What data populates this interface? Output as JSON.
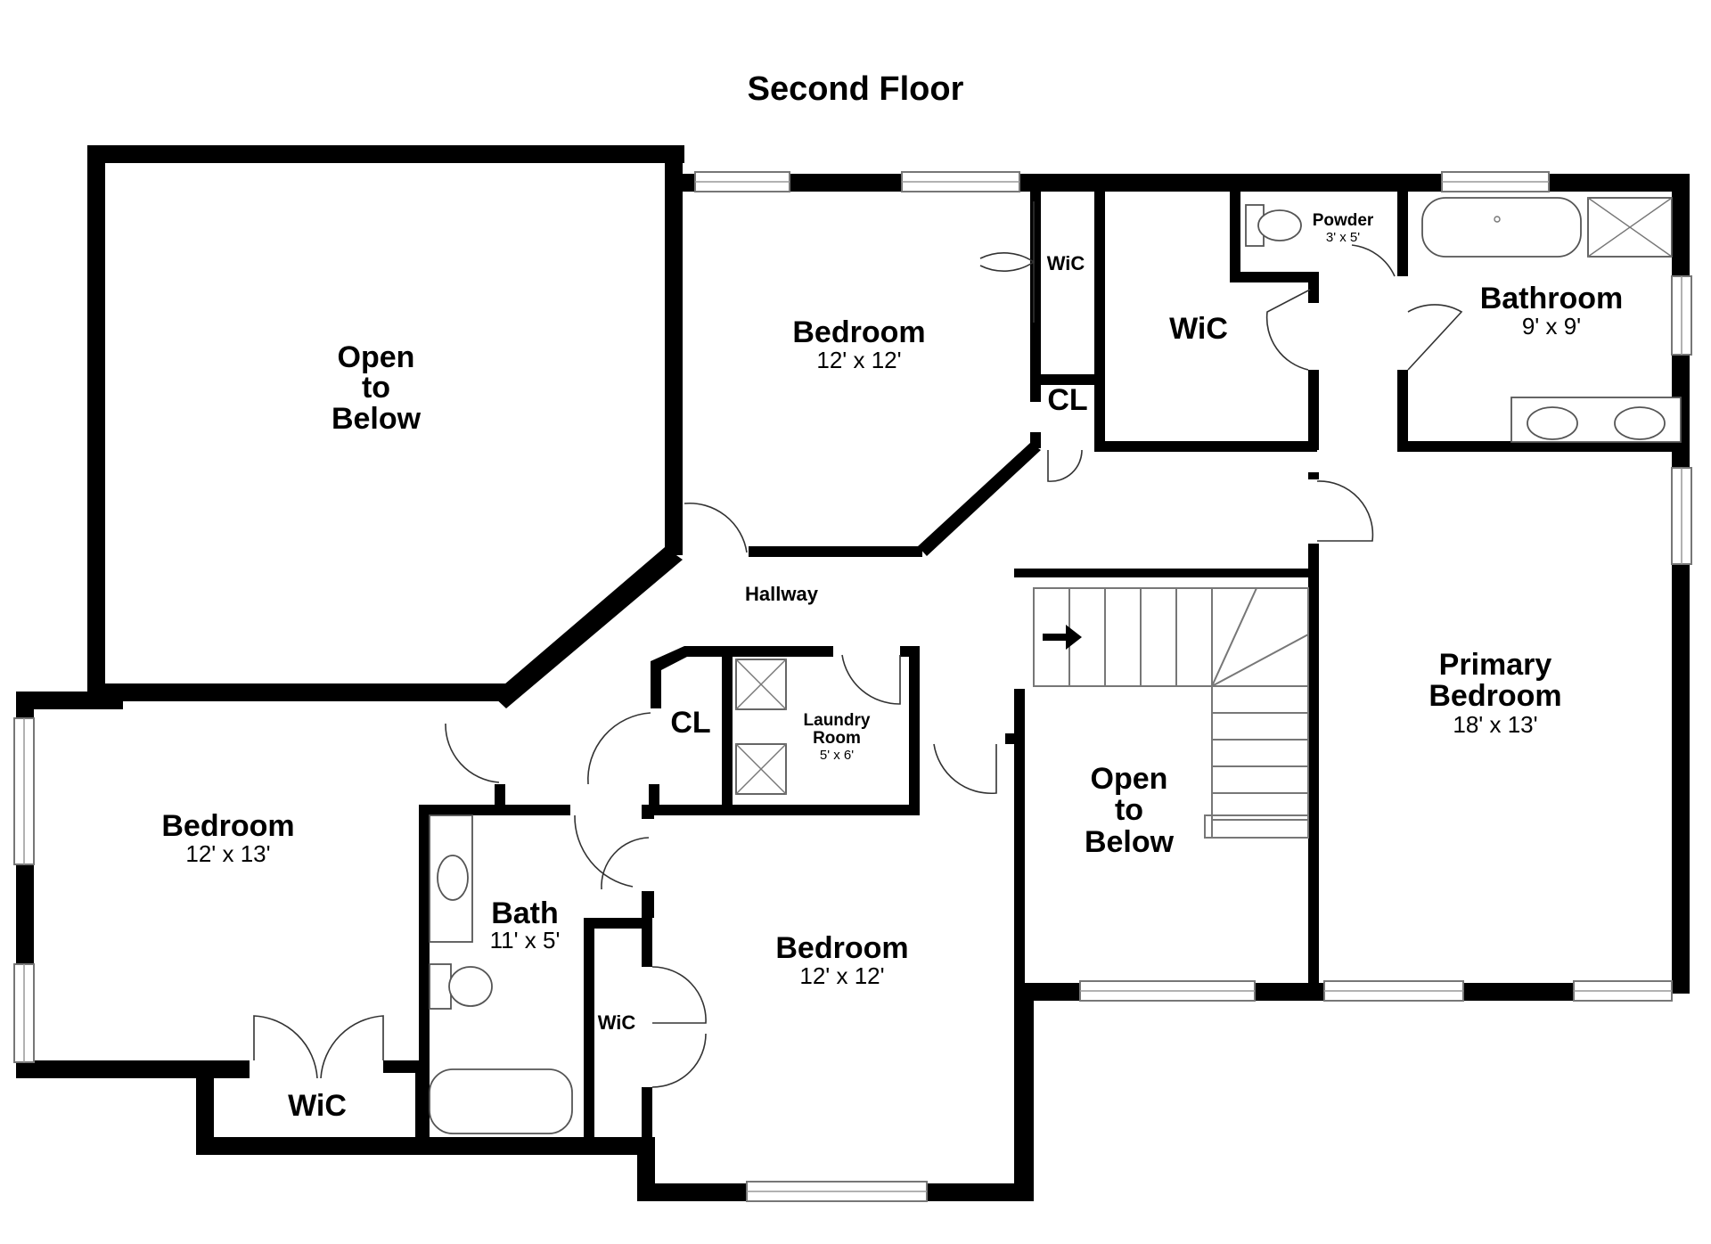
{
  "title": "Second Floor",
  "rooms": {
    "open_below_main": {
      "l1": "Open",
      "l2": "to",
      "l3": "Below"
    },
    "bedroom_top": {
      "name": "Bedroom",
      "dims": "12' x 12'"
    },
    "wic_top_small": {
      "name": "WiC"
    },
    "cl_top": {
      "name": "CL"
    },
    "wic_top_large": {
      "name": "WiC"
    },
    "powder": {
      "name": "Powder",
      "dims": "3' x 5'"
    },
    "bathroom": {
      "name": "Bathroom",
      "dims": "9' x 9'"
    },
    "hallway": {
      "name": "Hallway"
    },
    "cl_mid": {
      "name": "CL"
    },
    "laundry": {
      "l1": "Laundry",
      "l2": "Room",
      "dims": "5' x 6'"
    },
    "primary_bedroom": {
      "l1": "Primary",
      "l2": "Bedroom",
      "dims": "18' x 13'"
    },
    "open_below_stair": {
      "l1": "Open",
      "l2": "to",
      "l3": "Below"
    },
    "bedroom_left": {
      "name": "Bedroom",
      "dims": "12' x 13'"
    },
    "bath": {
      "name": "Bath",
      "dims": "11' x 5'"
    },
    "bedroom_bottom": {
      "name": "Bedroom",
      "dims": "12' x 12'"
    },
    "wic_bottom_left": {
      "name": "WiC"
    },
    "wic_bottom_mid": {
      "name": "WiC"
    }
  }
}
